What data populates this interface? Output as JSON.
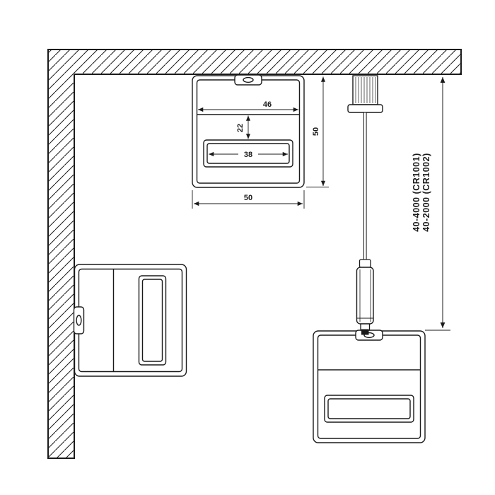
{
  "meta": {
    "drawing_type": "profile-mounting-cross-section-diagram",
    "background_color": "#ffffff",
    "line_color": "#1a1a1a"
  },
  "dimensions": {
    "inner_width": "46",
    "cavity_height": "22",
    "slot_width": "38",
    "profile_width": "50",
    "profile_height": "50"
  },
  "suspension_labels": {
    "line1": "40-4000 (CR1001)",
    "line2": "40-2000 (CR1002)"
  }
}
